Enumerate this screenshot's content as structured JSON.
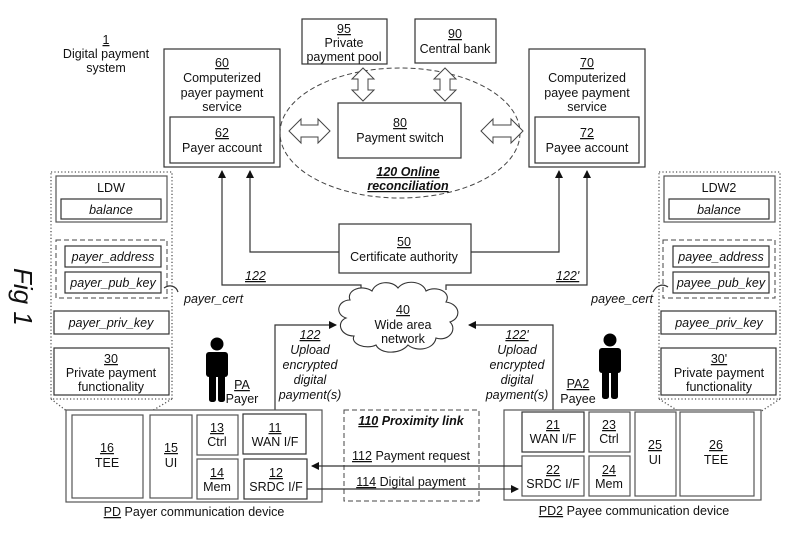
{
  "figure_label": "Fig 1",
  "system": {
    "number": "1",
    "line1": "Digital payment",
    "line2": "system"
  },
  "payer_service": {
    "number": "60",
    "line1": "Computerized",
    "line2": "payer payment",
    "line3": "service",
    "account": {
      "number": "62",
      "label": "Payer account"
    }
  },
  "payee_service": {
    "number": "70",
    "line1": "Computerized",
    "line2": "payee payment",
    "line3": "service",
    "account": {
      "number": "72",
      "label": "Payee account"
    }
  },
  "private_pool": {
    "number": "95",
    "line1": "Private",
    "line2": "payment pool"
  },
  "central_bank": {
    "number": "90",
    "label": "Central bank"
  },
  "payment_switch": {
    "number": "80",
    "label": "Payment switch"
  },
  "online_reconciliation": {
    "line1": "120 Online",
    "line2": "reconciliation"
  },
  "certificate_authority": {
    "number": "50",
    "label": "Certificate authority"
  },
  "wan": {
    "number": "40",
    "line1": "Wide area",
    "line2": "network"
  },
  "payer_wallet": {
    "title": "LDW",
    "balance": "balance",
    "address": "payer_address",
    "pub_key": "payer_pub_key",
    "cert": "payer_cert",
    "priv_key": "payer_priv_key",
    "functionality": {
      "number": "30",
      "line1": "Private payment",
      "line2": "functionality"
    }
  },
  "payee_wallet": {
    "title": "LDW2",
    "balance": "balance",
    "address": "payee_address",
    "pub_key": "payee_pub_key",
    "cert": "payee_cert",
    "priv_key": "payee_priv_key",
    "functionality": {
      "number": "30'",
      "line1": "Private payment",
      "line2": "functionality"
    }
  },
  "cert_links": {
    "payer": "122",
    "payee": "122'"
  },
  "upload_payer": {
    "number": "122",
    "line1": "Upload",
    "line2": "encrypted",
    "line3": "digital",
    "line4": "payment(s)"
  },
  "upload_payee": {
    "number": "122'",
    "line1": "Upload",
    "line2": "encrypted",
    "line3": "digital",
    "line4": "payment(s)"
  },
  "payer_person": {
    "code": "PA",
    "label": "Payer"
  },
  "payee_person": {
    "code": "PA2",
    "label": "Payee"
  },
  "payer_device": {
    "code": "PD",
    "label": "Payer communication device",
    "tee": {
      "number": "16",
      "label": "TEE"
    },
    "ui": {
      "number": "15",
      "label": "UI"
    },
    "ctrl": {
      "number": "13",
      "label": "Ctrl"
    },
    "mem": {
      "number": "14",
      "label": "Mem"
    },
    "wan_if": {
      "number": "11",
      "label": "WAN I/F"
    },
    "srdc_if": {
      "number": "12",
      "label": "SRDC I/F"
    }
  },
  "payee_device": {
    "code": "PD2",
    "label": "Payee communication device",
    "wan_if": {
      "number": "21",
      "label": "WAN I/F"
    },
    "srdc_if": {
      "number": "22",
      "label": "SRDC I/F"
    },
    "ctrl": {
      "number": "23",
      "label": "Ctrl"
    },
    "mem": {
      "number": "24",
      "label": "Mem"
    },
    "ui": {
      "number": "25",
      "label": "UI"
    },
    "tee": {
      "number": "26",
      "label": "TEE"
    }
  },
  "proximity_link": {
    "number": "110",
    "label": "Proximity link",
    "request": {
      "number": "112",
      "label": "Payment request"
    },
    "payment": {
      "number": "114",
      "label": "Digital payment"
    }
  }
}
